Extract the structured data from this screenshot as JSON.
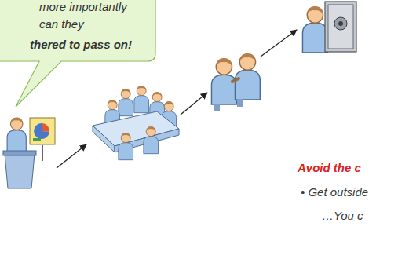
{
  "diagram": {
    "nodes": [
      {
        "text": [
          "more importantly can they",
          "thered to pass on!"
        ]
      }
    ],
    "labels": [
      "Avoid the c",
      "• Get outside",
      "…You c"
    ]
  }
}
